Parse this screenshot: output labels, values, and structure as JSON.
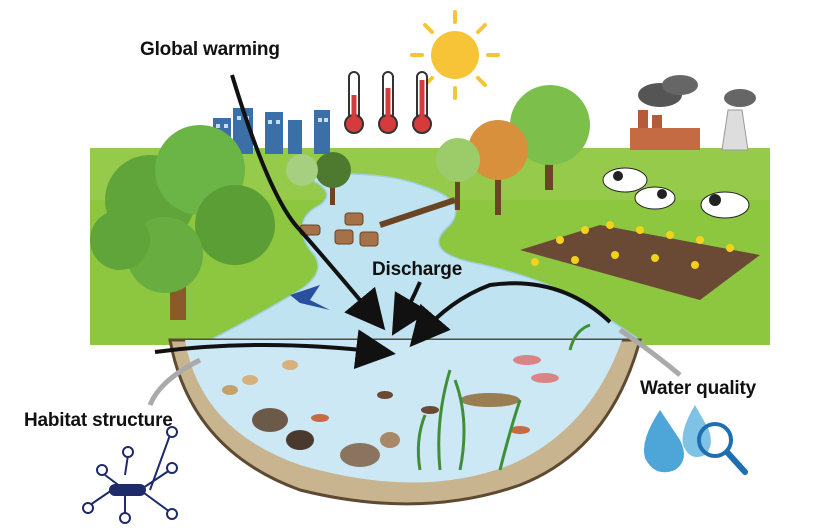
{
  "labels": {
    "global_warming": "Global warming",
    "discharge": "Discharge",
    "water_quality": "Water quality",
    "habitat_structure": "Habitat structure"
  },
  "colors": {
    "sky": "#ffffff",
    "grass": "#8dc63f",
    "river": "#bfe3f0",
    "pond_water": "#cbe8f4",
    "soil": "#c8b48e",
    "tree_green": "#5fa53a",
    "arrow": "#111111",
    "sun": "#f7c437",
    "thermometer": "#d63b3b",
    "city": "#3a6fa8",
    "cow_black": "#222222"
  },
  "icons": [
    "sun-icon",
    "thermometer-icon",
    "factory-icon",
    "city-icon",
    "cow-icon",
    "tree-icon",
    "fish-icon",
    "insect-icon",
    "network-icon",
    "water-drop-icon",
    "magnifier-icon",
    "swallow-icon",
    "log-icon"
  ]
}
